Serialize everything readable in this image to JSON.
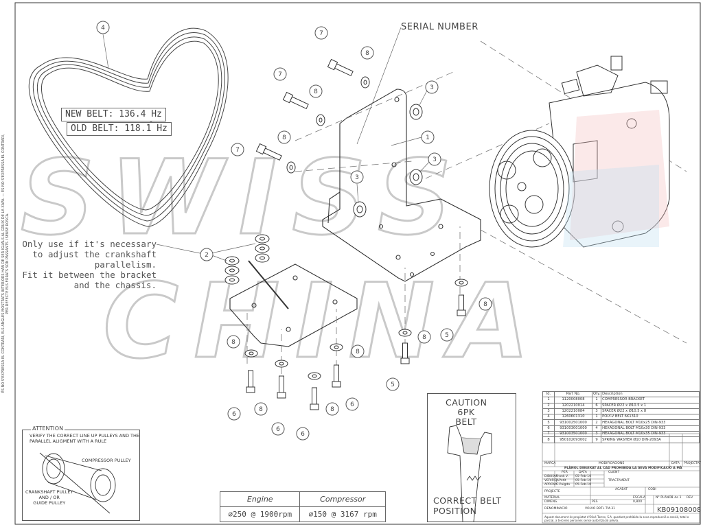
{
  "side_note": "ÉS NO S'EXPRESSA EL CONTRARI, ELS ANGLES MOSTRATS INTERIORS HAN DE SER IGUALS AL GRUIX DE LA XAPA. — ÉS NO S'EXPRESSA EL CONTRARI, PER DEFECTE ELS FORATS SÓN PASSANTS I SENSE ROSCA.",
  "watermark": {
    "line1": "SWISS",
    "line2": "CHINA"
  },
  "belt_note": {
    "new_belt": "NEW BELT: 136.4 Hz",
    "old_belt": "OLD BELT: 118.1 Hz"
  },
  "serial_label": "SERIAL NUMBER",
  "instruction_lines": [
    "Only use if it's necessary",
    "to adjust the crankshaft",
    "parallelism.",
    "Fit it between the bracket",
    "and the chassis."
  ],
  "callouts": {
    "c1": "1",
    "c2": "2",
    "c3a": "3",
    "c3b": "3",
    "c3c": "3",
    "c4": "4",
    "c5a": "5",
    "c5b": "5",
    "c6a": "6",
    "c6b": "6",
    "c6c": "6",
    "c6d": "6",
    "c7a": "7",
    "c7b": "7",
    "c7c": "7",
    "c8a": "8",
    "c8b": "8",
    "c8c": "8",
    "c8d": "8",
    "c8e": "8",
    "c8f": "8",
    "c8g": "8",
    "c8h": "8",
    "c8i": "8"
  },
  "attention": {
    "title": "ATTENTION",
    "text_lines": [
      "VERIFY THE CORRECT LINE UP PULLEYS AND THE",
      "PARALLEL ALIGMENT WITH A RULE"
    ],
    "compressor_label": "COMPRESSOR PULLEY",
    "crank_lines": [
      "CRANKSHAFT PULLEY",
      "AND / OR",
      "GUIDE PULLEY"
    ]
  },
  "speed_table": {
    "engine_header": "Engine",
    "compressor_header": "Compressor",
    "engine_value": "∅250 @ 1900rpm",
    "compressor_value": "∅150 @ 3167 rpm"
  },
  "caution": {
    "line1": "CAUTION",
    "line2": "6PK BELT",
    "bottom1": "CORRECT BELT",
    "bottom2": "POSITION"
  },
  "parts_header": {
    "id": "Id.",
    "part": "Part No.",
    "qty": "Qty.",
    "desc": "Description"
  },
  "parts": [
    {
      "id": "1",
      "part": "1120008008",
      "qty": "1",
      "desc": "COMPRESSOR BRACKET"
    },
    {
      "id": "2",
      "part": "1202210014",
      "qty": "6",
      "desc": "SPACER Ø22 x Ø10.5 x 1"
    },
    {
      "id": "3",
      "part": "1202210084",
      "qty": "3",
      "desc": "SPACER Ø22 x Ø10.5 x 8"
    },
    {
      "id": "4",
      "part": "1260601310",
      "qty": "1",
      "desc": "POLY-V BELT 6K1310"
    },
    {
      "id": "5",
      "part": "931002501000",
      "qty": "2",
      "desc": "HEXAGONAL BOLT M10x25 DIN-933"
    },
    {
      "id": "6",
      "part": "931003001000",
      "qty": "4",
      "desc": "HEXAGONAL BOLT M10x30 DIN-933"
    },
    {
      "id": "7",
      "part": "931003501000",
      "qty": "3",
      "desc": "HEXAGONAL BOLT M10x35 DIN-933"
    },
    {
      "id": "8",
      "part": "950102093002",
      "qty": "9",
      "desc": "SPRING WASHER Ø10 DIN-2093A"
    }
  ],
  "title_block": {
    "marca": "MARCA",
    "modificacions": "MODIFICACIONS",
    "data": "DATA",
    "projectat": "PROJECTAT",
    "warning": "PLÀNOL DIBUIXAT AL CAD PROHIBIDA LA SEVA MODIFICACIÓ A MÀ",
    "per": "PER",
    "data2": "DATA",
    "client": "CLIENT",
    "dibuixa": "DIBUIXA",
    "dibuixa_who": "Frank V.",
    "dibuixa_date": "05-Feb-10",
    "verifica": "VERIFICA",
    "verifica_who": "J. Petit",
    "verifica_date": "05-Feb-10",
    "aprova": "APROVA",
    "aprova_who": "C.Puigdo",
    "aprova_date": "05-Feb-10",
    "tractament": "TRACTAMENT",
    "projecte": "PROJECTE",
    "acabat": "ACABAT",
    "codi": "CODI",
    "material": "MATERIAL",
    "dimens": "DIMENS.",
    "pes": "PES",
    "escala": "ESCALA",
    "escala_val": "0,800",
    "n_planol": "N° PLÀNOL",
    "full": "1 de 1",
    "rev": "REV",
    "denominacio": "DENOMINACIÓ",
    "denominacio_val": "VOLVO B9TL TM-31",
    "drawing_number": "KB09108008",
    "footer": "Aquest document és propietat d'Olivé Torres, S.A. quedant prohibida la seva reproducció o cessió, total o parcial, a terceres persones sense autorització prèvia."
  }
}
